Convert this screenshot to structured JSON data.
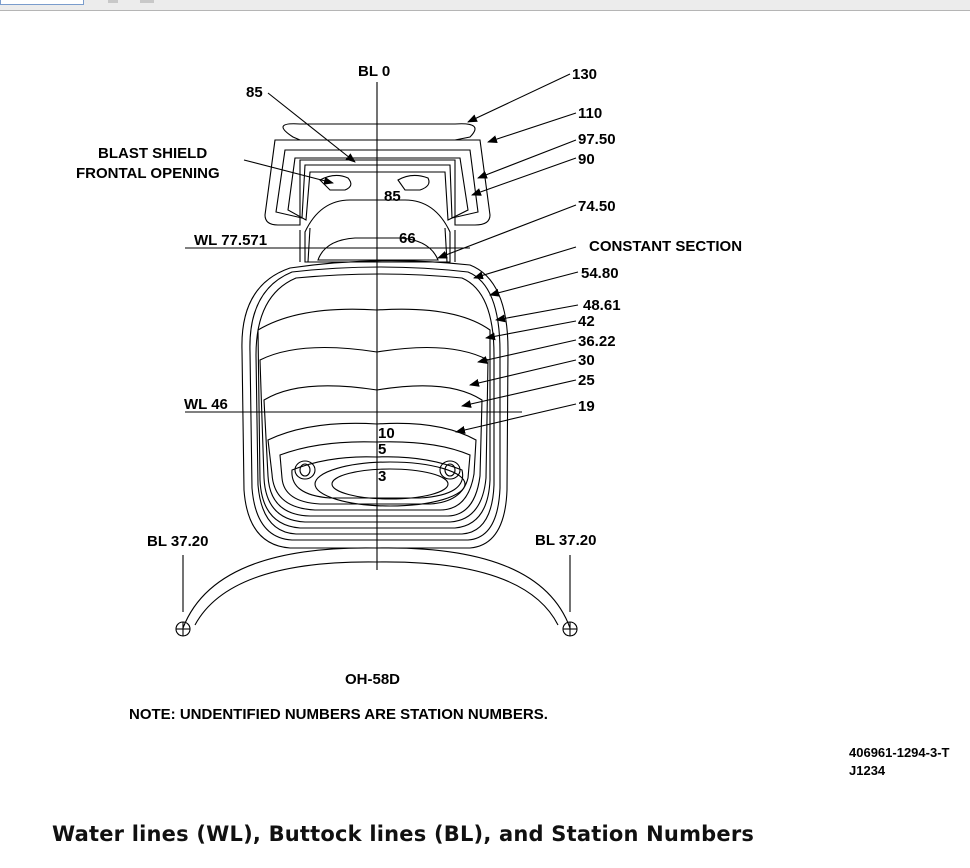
{
  "figure": {
    "bl_center": "BL 0",
    "bl_left": "BL 37.20",
    "bl_right": "BL 37.20",
    "wl_upper": "WL 77.571",
    "wl_lower": "WL 46",
    "blast_shield_line1": "BLAST SHIELD",
    "blast_shield_line2": "FRONTAL OPENING",
    "constant_section": "CONSTANT SECTION",
    "model": "OH-58D",
    "note": "NOTE:  UNDENTIFIED NUMBERS ARE STATION NUMBERS.",
    "drawing_number": "406961-1294-3-T",
    "drawing_code": "J1234",
    "stations_right": [
      "130",
      "110",
      "97.50",
      "90",
      "74.50",
      "54.80",
      "48.61",
      "42",
      "36.22",
      "30",
      "25",
      "19"
    ],
    "station_left_85": "85",
    "station_inner_85": "85",
    "station_inner_66": "66",
    "station_10": "10",
    "station_5": "5",
    "station_3": "3"
  },
  "caption": "Water lines (WL), Buttock lines (BL), and Station Numbers"
}
